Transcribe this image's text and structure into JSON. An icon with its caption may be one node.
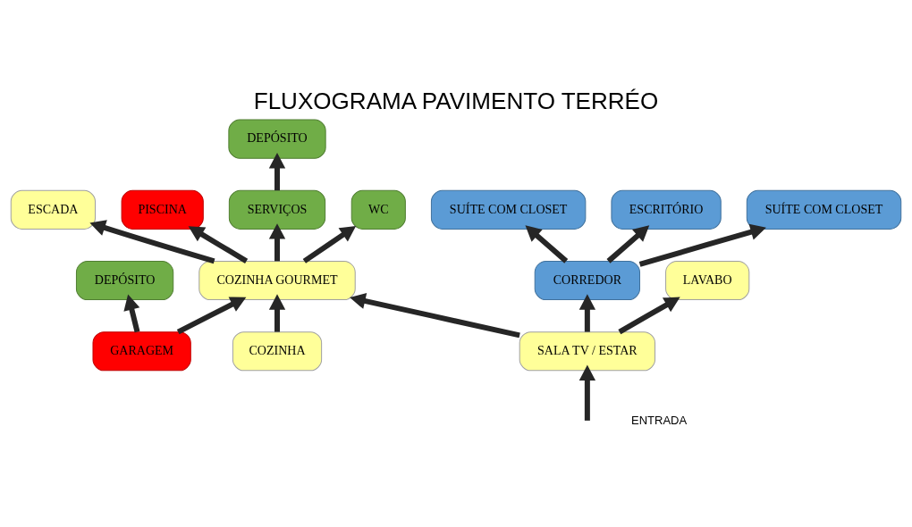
{
  "diagram": {
    "title": "FLUXOGRAMA PAVIMENTO TERRÉO",
    "nodes": [
      {
        "text": [
          "SUÍTE COM CLOSET"
        ]
      },
      {
        "text": [
          "SUÍTE COM CLOSET"
        ]
      },
      {
        "text": [
          "ESCRITÓRIO"
        ]
      },
      {
        "text": [
          "CORREDOR"
        ]
      },
      {
        "text": [
          "PISCINA"
        ]
      },
      {
        "text": [
          "SERVIÇOS"
        ]
      },
      {
        "text": [
          "COZINHA GOURMET"
        ]
      },
      {
        "text": [
          "WC"
        ]
      },
      {
        "text": [
          "DEPÓSITO"
        ]
      },
      {
        "text": [
          "DEPÓSITO"
        ]
      },
      {
        "text": [
          "LAVABO"
        ]
      },
      {
        "text": [
          "SALA TV / ESTAR"
        ]
      },
      {
        "text": [
          "ESCADA"
        ]
      },
      {
        "text": [
          "COZINHA"
        ]
      },
      {
        "text": [
          "GARAGEM"
        ]
      }
    ],
    "edges": [
      {
        "from": 3,
        "to": 0,
        "arrow": "to"
      },
      {
        "from": 3,
        "to": 1,
        "arrow": "to"
      },
      {
        "from": 3,
        "to": 2,
        "arrow": "to"
      },
      {
        "from": 6,
        "to": 4,
        "arrow": "to"
      },
      {
        "from": 6,
        "to": 5,
        "arrow": "to"
      },
      {
        "from": 5,
        "to": 8,
        "arrow": "to"
      },
      {
        "from": 6,
        "to": 7,
        "arrow": "to"
      },
      {
        "from": 14,
        "to": 9,
        "arrow": "to"
      },
      {
        "from": 11,
        "to": 10,
        "arrow": "to"
      },
      {
        "from": 11,
        "to": 3,
        "arrow": "to"
      },
      {
        "from": 11,
        "to": 6,
        "arrow": "to"
      },
      {
        "from": 6,
        "to": 12,
        "arrow": "to"
      },
      {
        "from": 13,
        "to": 6,
        "arrow": "to"
      },
      {
        "from": 14,
        "to": 6,
        "arrow": "to"
      },
      {
        "from": null,
        "to": 11,
        "arrow": "to"
      }
    ],
    "labels": [
      "ENTRADA"
    ]
  }
}
